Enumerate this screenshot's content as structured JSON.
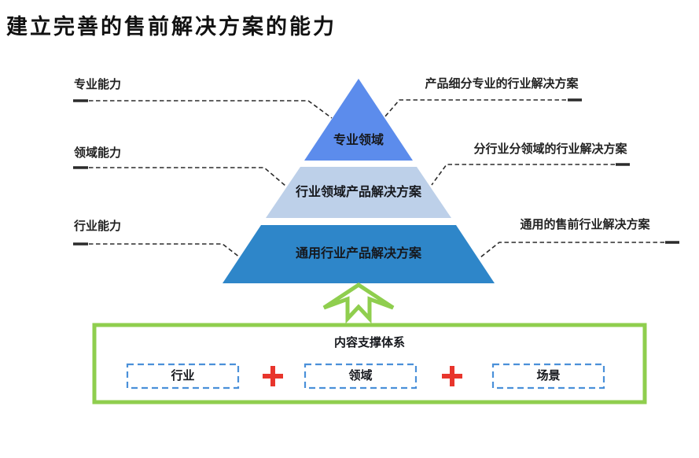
{
  "page": {
    "title": "建立完善的售前解决方案的能力"
  },
  "pyramid": {
    "tiers": [
      {
        "label": "专业领域",
        "color": "#5c8cec"
      },
      {
        "label": "行业领域产品解决方案",
        "color": "#bdd0e9"
      },
      {
        "label": "通用行业产品解决方案",
        "color": "#2e86c9"
      }
    ]
  },
  "left_labels": [
    {
      "label": "专业能力"
    },
    {
      "label": "领域能力"
    },
    {
      "label": "行业能力"
    }
  ],
  "right_labels": [
    {
      "label": "产品细分专业的行业解决方案"
    },
    {
      "label": "分行业分领域的行业解决方案"
    },
    {
      "label": "通用的售前行业解决方案"
    }
  ],
  "support_box": {
    "title": "内容支撑体系",
    "items": [
      {
        "label": "行业"
      },
      {
        "label": "领域"
      },
      {
        "label": "场景"
      }
    ],
    "plus_symbol": "+",
    "border_color": "#8fce4e",
    "item_border_color": "#4a90d9",
    "plus_color": "#e8352c"
  },
  "colors": {
    "connector_line": "#2b2b2b",
    "background": "#ffffff"
  }
}
